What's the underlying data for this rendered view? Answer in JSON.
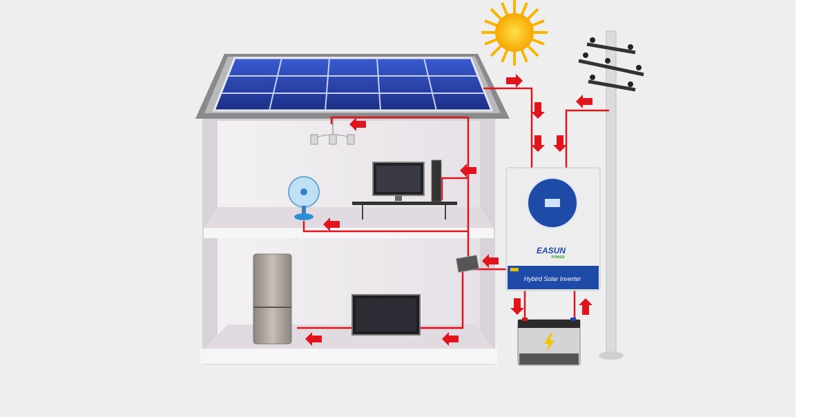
{
  "inverter": {
    "brand": "EASUN",
    "brand_sub": "POWER",
    "label": "Hybird Solar Inverter"
  },
  "colors": {
    "wire": "#e0141c",
    "inverter_blue": "#1e4aa8",
    "panel": "#2a3f9a",
    "background": "#efeeef"
  }
}
